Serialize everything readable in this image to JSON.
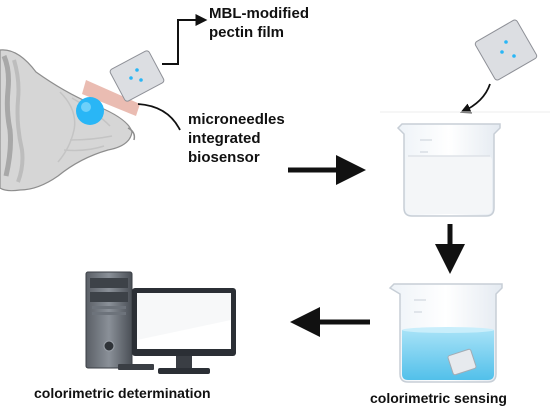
{
  "labels": {
    "film_line1": "MBL-modified",
    "film_line2": "pectin film",
    "microneedle_line1": "microneedles",
    "microneedle_line2": "integrated",
    "microneedle_line3": "biosensor",
    "determination": "colorimetric determination",
    "sensing": "colorimetric sensing"
  },
  "colors": {
    "arrow": "#111111",
    "tumor": "#29b6f6",
    "film_fill": "#dcdee2",
    "film_dots": "#29b6f6",
    "sensing_liquid": "#7fd3f0",
    "breast_tissue": "#d6d6d6",
    "breast_outline": "#8e8e8e",
    "muscle": "#e3a598"
  },
  "icons": {
    "breast": "breast-anatomy-icon",
    "film": "pectin-film-icon",
    "beaker_clear": "beaker-clear-icon",
    "beaker_blue": "beaker-blue-icon",
    "computer": "desktop-computer-icon"
  }
}
